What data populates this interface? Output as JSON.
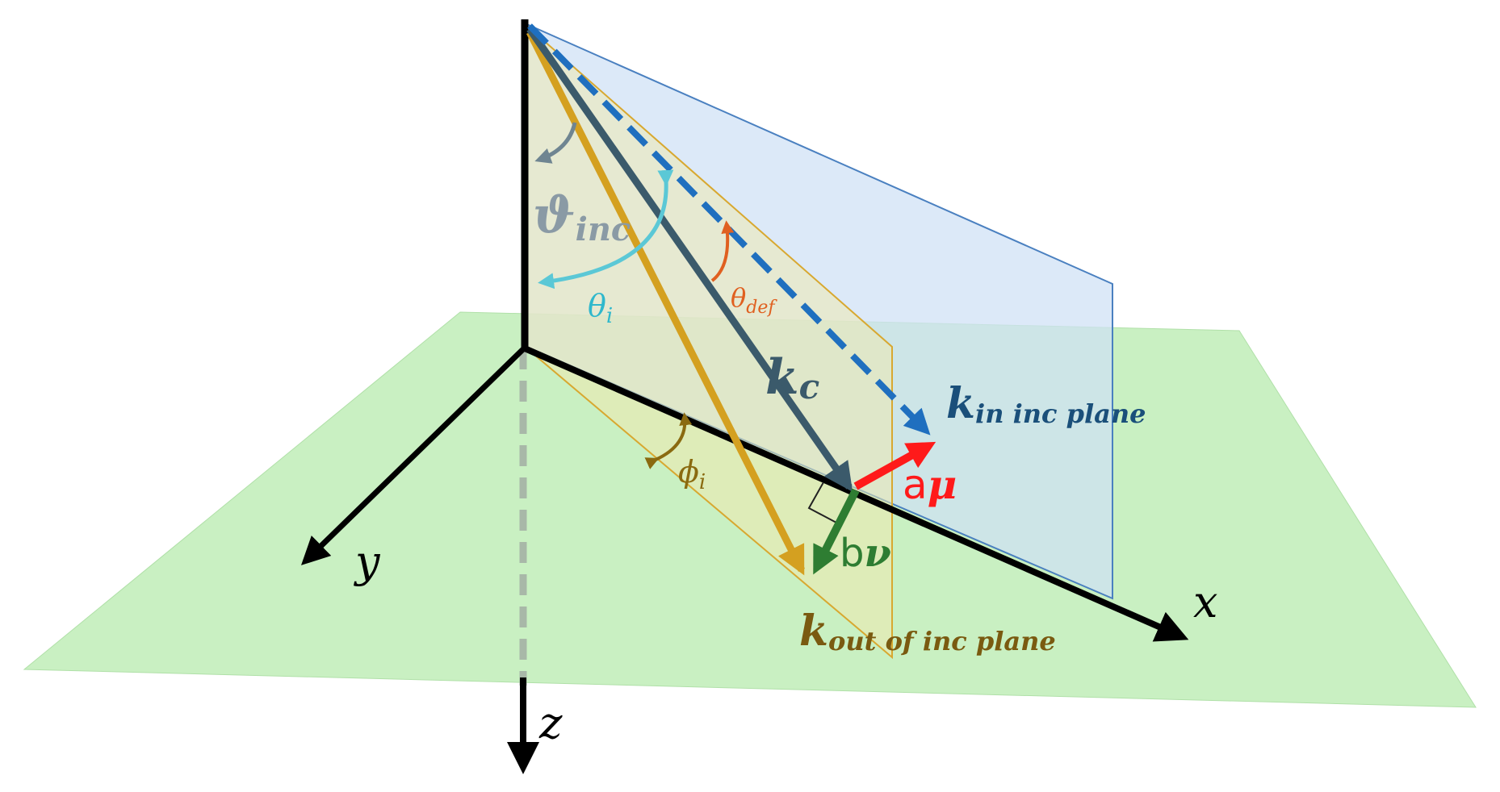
{
  "labels": {
    "axis_x": "x",
    "axis_y": "y",
    "axis_z": "z",
    "theta_inc": {
      "main": "ϑ",
      "sub": "inc"
    },
    "theta_i": {
      "main": "θ",
      "sub": "i"
    },
    "theta_def": {
      "main": "θ",
      "sub": "def"
    },
    "phi_i": {
      "main": "ϕ",
      "sub": "i"
    },
    "k_c": {
      "main": "k",
      "sub": "c"
    },
    "k_in": {
      "main": "k",
      "sub": "in inc plane"
    },
    "k_out": {
      "main": "k",
      "sub": "out of  inc plane"
    },
    "a_mu": {
      "coef": "a",
      "vec": "μ"
    },
    "b_nu": {
      "coef": "b",
      "vec": "ν"
    }
  },
  "colors": {
    "ground_plane": "#c9f0c2",
    "incidence_plane": "#cfe0f5",
    "deflection_plane": "#eee9b0",
    "k_in": "#1f6fbf",
    "k_c": "#3b5a6b",
    "k_out": "#d4a020",
    "a_mu": "#ff1a1a",
    "b_nu": "#2e7d32",
    "theta_i": "#5bc8d6",
    "theta_def": "#e06020",
    "theta_inc": "#8a9aa5",
    "phi_i": "#8a6a10",
    "axis": "#000000",
    "k_in_label": "#1a4f7a",
    "k_out_label": "#7a5a10"
  }
}
